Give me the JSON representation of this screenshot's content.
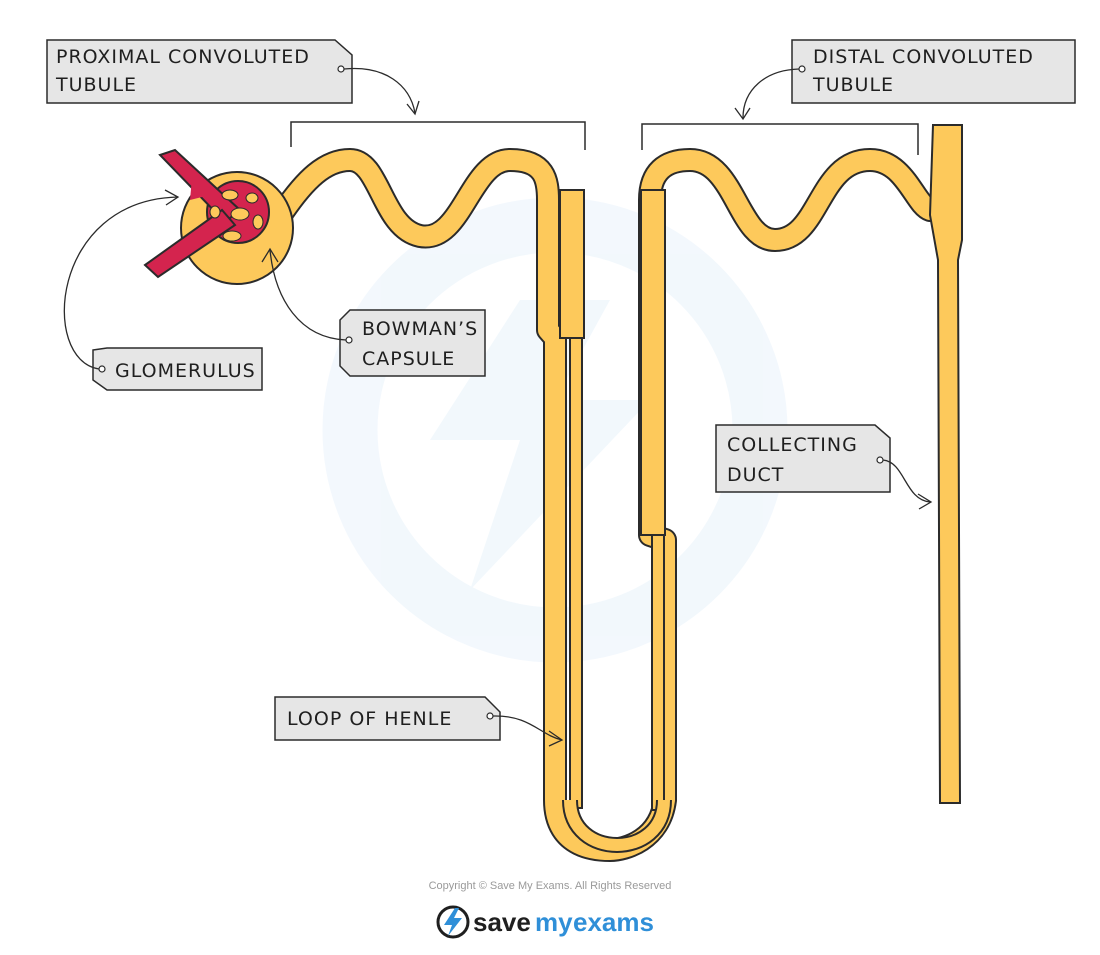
{
  "labels": {
    "pct": [
      "PROXIMAL  CONVOLUTED",
      "TUBULE"
    ],
    "dct": [
      "DISTAL  CONVOLUTED",
      "TUBULE"
    ],
    "glomerulus": [
      "GLOMERULUS"
    ],
    "bowman": [
      "BOWMAN’S",
      "CAPSULE"
    ],
    "collecting": [
      "COLLECTING",
      "DUCT"
    ],
    "henle": [
      "LOOP  OF  HENLE"
    ]
  },
  "footer": {
    "copyright": "Copyright © Save My Exams. All Rights Reserved",
    "brand_save": "save",
    "brand_my": "my",
    "brand_exams": "exams"
  },
  "colors": {
    "tubule": "#fdc95b",
    "outline": "#2b2b2b",
    "blood_vessel": "#d4244e",
    "tag_fill": "#e6e6e6",
    "brand_blue": "#2f8fd8"
  }
}
